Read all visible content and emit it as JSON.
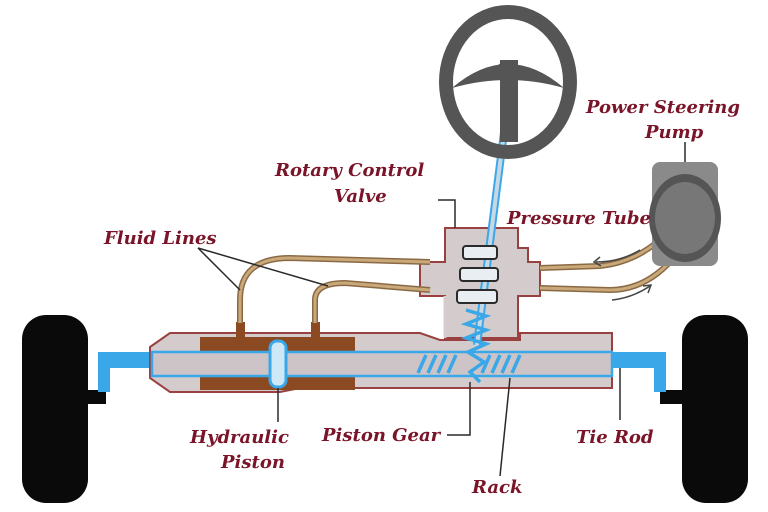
{
  "colors": {
    "label": "#7a1428",
    "housing": "#d4cccc",
    "housing_outline": "#9a4040",
    "fluid_chamber": "#8b4a22",
    "tie_rod": "#3aa8e8",
    "fluid_line": "#a8865a",
    "wheel": "#0a0a0a",
    "pump": "#8a8a8a"
  },
  "labels": {
    "power_steering_pump": [
      "Power Steering",
      "Pump"
    ],
    "rotary_control_valve": [
      "Rotary Control",
      "Valve"
    ],
    "pressure_tube": "Pressure Tube",
    "fluid_lines": "Fluid Lines",
    "hydraulic_piston": [
      "Hydraulic",
      "Piston"
    ],
    "piston_gear": "Piston Gear",
    "tie_rod": "Tie Rod",
    "rack": "Rack"
  },
  "components": [
    {
      "name": "steering-wheel-icon"
    },
    {
      "name": "steering-column"
    },
    {
      "name": "rotary-control-valve"
    },
    {
      "name": "power-steering-pump"
    },
    {
      "name": "hydraulic-cylinder"
    },
    {
      "name": "rack"
    },
    {
      "name": "tie-rod-left"
    },
    {
      "name": "tie-rod-right"
    },
    {
      "name": "wheel-left-icon"
    },
    {
      "name": "wheel-right-icon"
    }
  ]
}
